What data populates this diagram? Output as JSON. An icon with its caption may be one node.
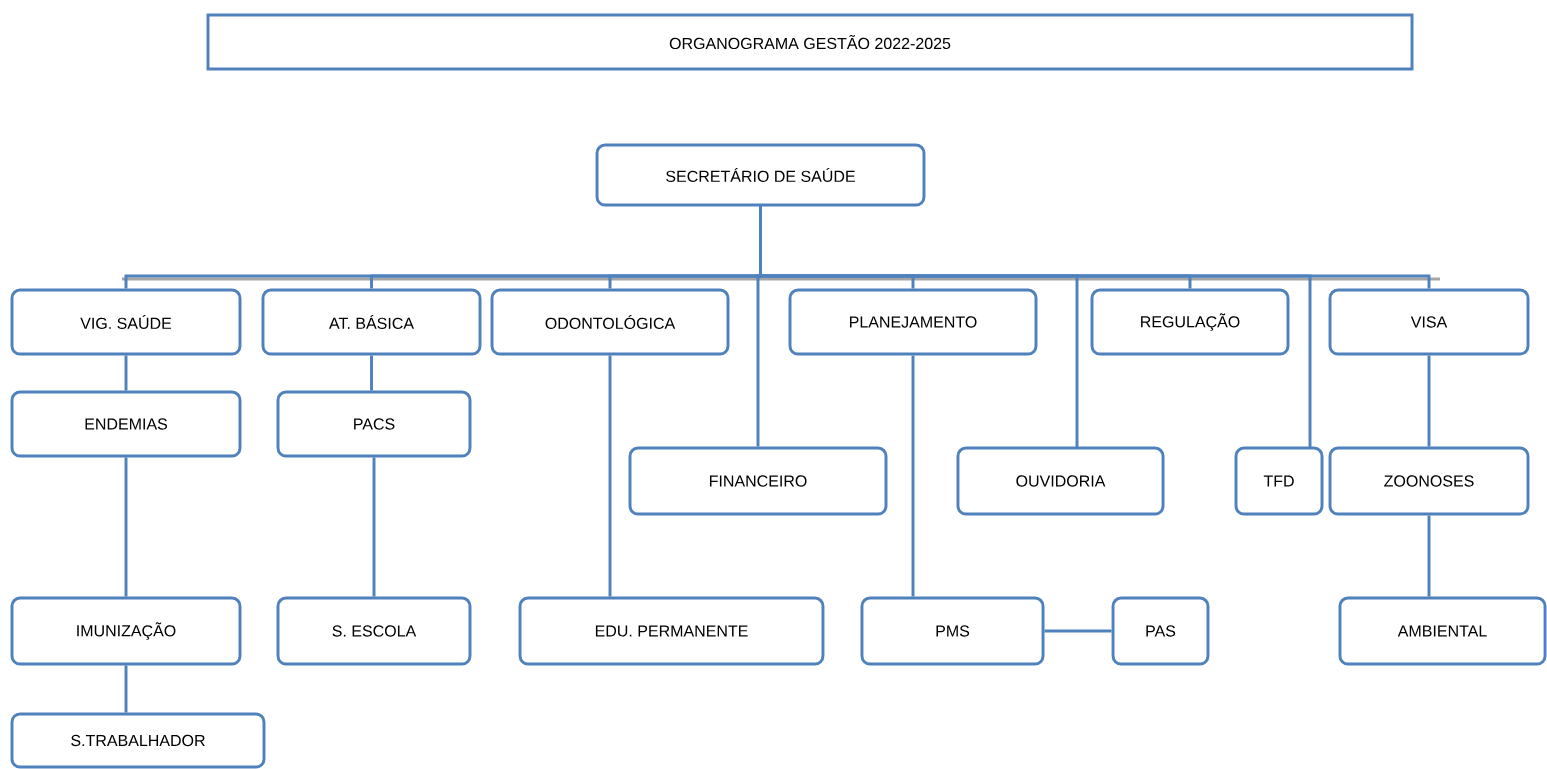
{
  "diagram": {
    "title": "ORGANOGRAMA GESTÃO 2022-2025",
    "nodes": [
      {
        "text": [
          "SECRETÁRIO DE SAÚDE"
        ]
      },
      {
        "text": [
          "VIG. SAÚDE"
        ]
      },
      {
        "text": [
          "AT. BÁSICA"
        ]
      },
      {
        "text": [
          "ODONTOLÓGICA"
        ]
      },
      {
        "text": [
          "PLANEJAMENTO"
        ]
      },
      {
        "text": [
          "REGULAÇÃO"
        ]
      },
      {
        "text": [
          "VISA"
        ]
      },
      {
        "text": [
          "ENDEMIAS"
        ]
      },
      {
        "text": [
          "PACS"
        ]
      },
      {
        "text": [
          "FINANCEIRO"
        ]
      },
      {
        "text": [
          "OUVIDORIA"
        ]
      },
      {
        "text": [
          "TFD"
        ]
      },
      {
        "text": [
          "ZOONOSES"
        ]
      },
      {
        "text": [
          "IMUNIZAÇÃO"
        ]
      },
      {
        "text": [
          "S. ESCOLA"
        ]
      },
      {
        "text": [
          "EDU. PERMANENTE"
        ]
      },
      {
        "text": [
          "PMS"
        ]
      },
      {
        "text": [
          "PAS"
        ]
      },
      {
        "text": [
          "AMBIENTAL"
        ]
      },
      {
        "text": [
          "S.TRABALHADOR"
        ]
      }
    ],
    "edges": [
      {
        "from": 0,
        "to": 1,
        "arrow": "none"
      },
      {
        "from": 0,
        "to": 2,
        "arrow": "none"
      },
      {
        "from": 0,
        "to": 3,
        "arrow": "none"
      },
      {
        "from": 0,
        "to": 9,
        "arrow": "none"
      },
      {
        "from": 0,
        "to": 4,
        "arrow": "none"
      },
      {
        "from": 0,
        "to": 10,
        "arrow": "none"
      },
      {
        "from": 0,
        "to": 5,
        "arrow": "none"
      },
      {
        "from": 0,
        "to": 11,
        "arrow": "none"
      },
      {
        "from": 0,
        "to": 6,
        "arrow": "none"
      },
      {
        "from": 1,
        "to": 7,
        "arrow": "none"
      },
      {
        "from": 7,
        "to": 13,
        "arrow": "none"
      },
      {
        "from": 13,
        "to": 19,
        "arrow": "none"
      },
      {
        "from": 2,
        "to": 8,
        "arrow": "none"
      },
      {
        "from": 8,
        "to": 14,
        "arrow": "none"
      },
      {
        "from": 3,
        "to": 15,
        "arrow": "none"
      },
      {
        "from": 4,
        "to": 16,
        "arrow": "none"
      },
      {
        "from": 16,
        "to": 17,
        "arrow": "none"
      },
      {
        "from": 6,
        "to": 12,
        "arrow": "none"
      },
      {
        "from": 12,
        "to": 18,
        "arrow": "none"
      }
    ]
  }
}
